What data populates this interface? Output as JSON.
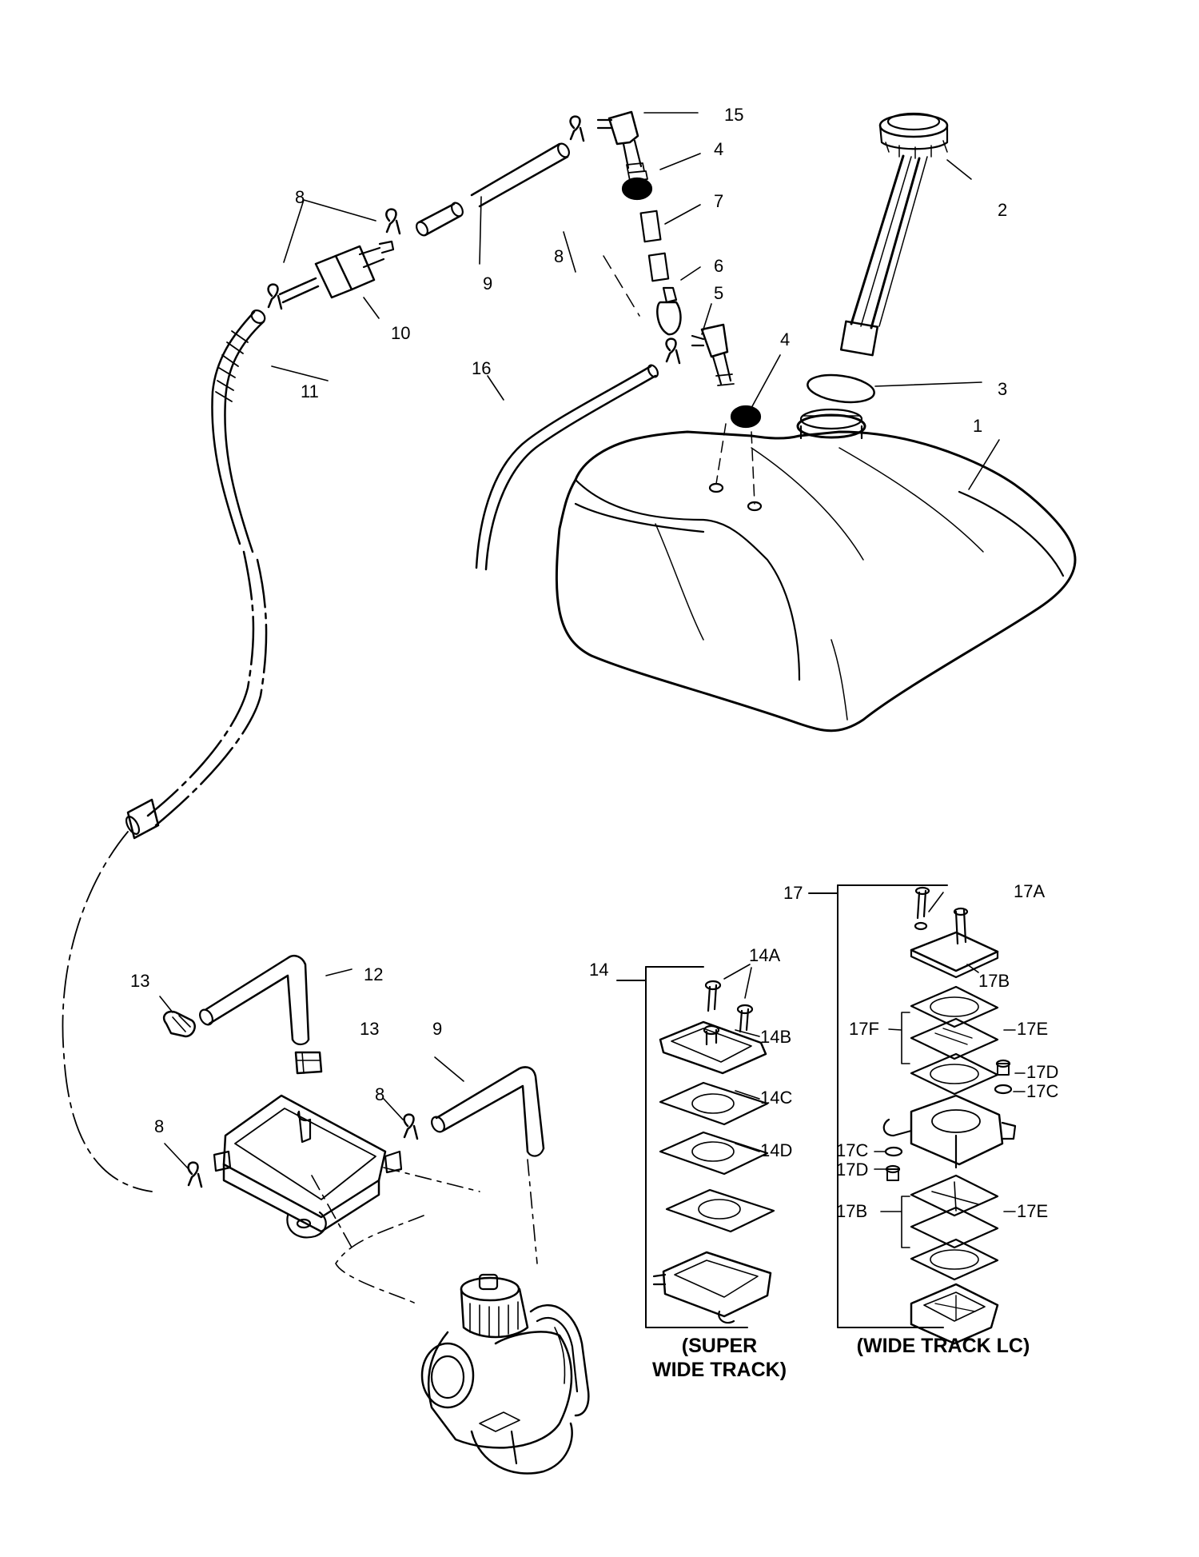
{
  "callouts": {
    "c1": "1",
    "c2": "2",
    "c3": "3",
    "c4a": "4",
    "c4b": "4",
    "c5": "5",
    "c6": "6",
    "c7": "7",
    "c8a": "8",
    "c8b": "8",
    "c8c": "8",
    "c8d": "8",
    "c9a": "9",
    "c9b": "9",
    "c10": "10",
    "c11": "11",
    "c12": "12",
    "c13a": "13",
    "c13b": "13",
    "c14": "14",
    "c14A": "14A",
    "c14B": "14B",
    "c14C": "14C",
    "c14D": "14D",
    "c15": "15",
    "c16": "16",
    "c17": "17",
    "c17A": "17A",
    "c17B": "17B",
    "c17Bb": "17B",
    "c17C": "17C",
    "c17Cb": "17C",
    "c17D": "17D",
    "c17Db": "17D",
    "c17E": "17E",
    "c17Eb": "17E",
    "c17F": "17F"
  },
  "captions": {
    "super_line1": "(SUPER",
    "super_line2": "WIDE TRACK)",
    "wide_lc": "(WIDE TRACK LC)"
  },
  "colors": {
    "ink": "#000000",
    "paper": "#ffffff"
  }
}
